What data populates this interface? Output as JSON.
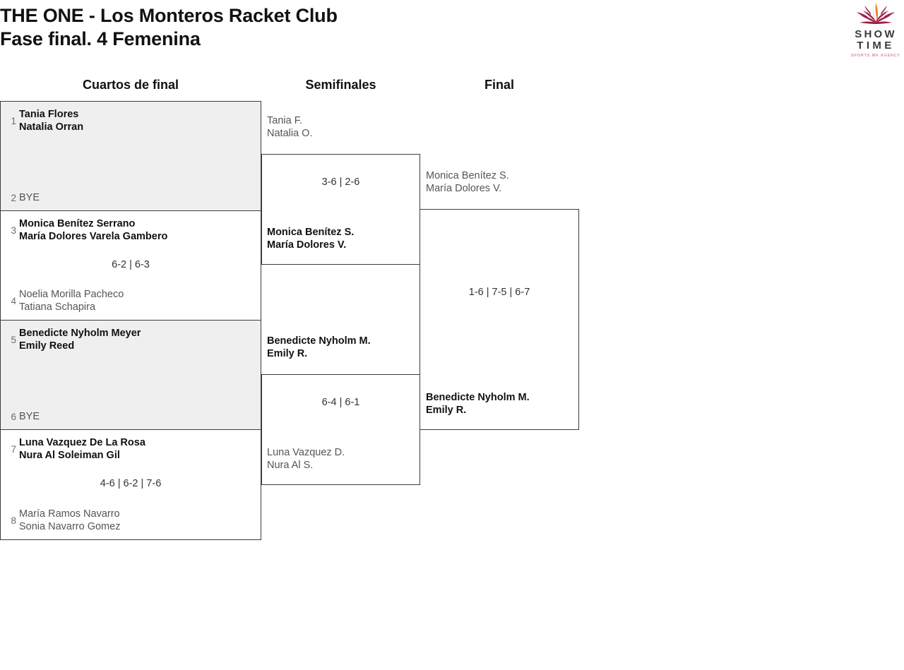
{
  "header": {
    "title_line1": "THE ONE - Los Monteros Racket Club",
    "title_line2": "Fase final. 4 Femenina"
  },
  "logo": {
    "word1": "SHOW",
    "word2": "TIME",
    "tagline": "SPORTS MK AGENCY",
    "burst_color_left": "#a5234a",
    "burst_color_right": "#8f1f42",
    "burst_color_center": "#e8822a",
    "word_color": "#3a3a3a",
    "tagline_color": "#d98d96"
  },
  "colors": {
    "box_border": "#3c3c3c",
    "bye_fill": "#efefef",
    "winner_text": "#111111",
    "loser_text": "#555555",
    "seed_text": "#6b6b6b"
  },
  "rounds": [
    {
      "label": "Cuartos de final"
    },
    {
      "label": "Semifinales"
    },
    {
      "label": "Final"
    }
  ],
  "quarterfinals": [
    {
      "top": {
        "seed": "1",
        "line1": "Tania Flores",
        "line2": "Natalia Orran",
        "result": "win"
      },
      "bottom": {
        "seed": "2",
        "line1": "BYE",
        "line2": "",
        "result": "bye"
      },
      "score": "",
      "is_bye": true
    },
    {
      "top": {
        "seed": "3",
        "line1": "Monica Benítez Serrano",
        "line2": "María Dolores Varela Gambero",
        "result": "win"
      },
      "bottom": {
        "seed": "4",
        "line1": "Noelia Morilla Pacheco",
        "line2": "Tatiana Schapira",
        "result": "lose"
      },
      "score": "6-2 | 6-3",
      "is_bye": false
    },
    {
      "top": {
        "seed": "5",
        "line1": "Benedicte Nyholm Meyer",
        "line2": "Emily Reed",
        "result": "win"
      },
      "bottom": {
        "seed": "6",
        "line1": "BYE",
        "line2": "",
        "result": "bye"
      },
      "score": "",
      "is_bye": true
    },
    {
      "top": {
        "seed": "7",
        "line1": "Luna Vazquez De La Rosa",
        "line2": "Nura Al Soleiman Gil",
        "result": "win"
      },
      "bottom": {
        "seed": "8",
        "line1": "María Ramos Navarro",
        "line2": "Sonia Navarro Gomez",
        "result": "lose"
      },
      "score": "4-6 | 6-2 | 7-6",
      "is_bye": false
    }
  ],
  "semifinals": [
    {
      "top": {
        "seed": "",
        "line1": "Tania F.",
        "line2": "Natalia O.",
        "result": "lose"
      },
      "bottom": {
        "seed": "",
        "line1": "Monica Benítez S.",
        "line2": "María Dolores V.",
        "result": "win"
      },
      "score": "3-6 | 2-6",
      "is_bye": false
    },
    {
      "top": {
        "seed": "",
        "line1": "Benedicte Nyholm M.",
        "line2": "Emily R.",
        "result": "win"
      },
      "bottom": {
        "seed": "",
        "line1": "Luna Vazquez D.",
        "line2": "Nura Al S.",
        "result": "lose"
      },
      "score": "6-4 | 6-1",
      "is_bye": false
    }
  ],
  "final": [
    {
      "top": {
        "seed": "",
        "line1": "Monica Benítez S.",
        "line2": "María Dolores V.",
        "result": "lose"
      },
      "bottom": {
        "seed": "",
        "line1": "Benedicte Nyholm M.",
        "line2": "Emily R.",
        "result": "win"
      },
      "score": "1-6 | 7-5 | 6-7",
      "is_bye": false
    }
  ]
}
